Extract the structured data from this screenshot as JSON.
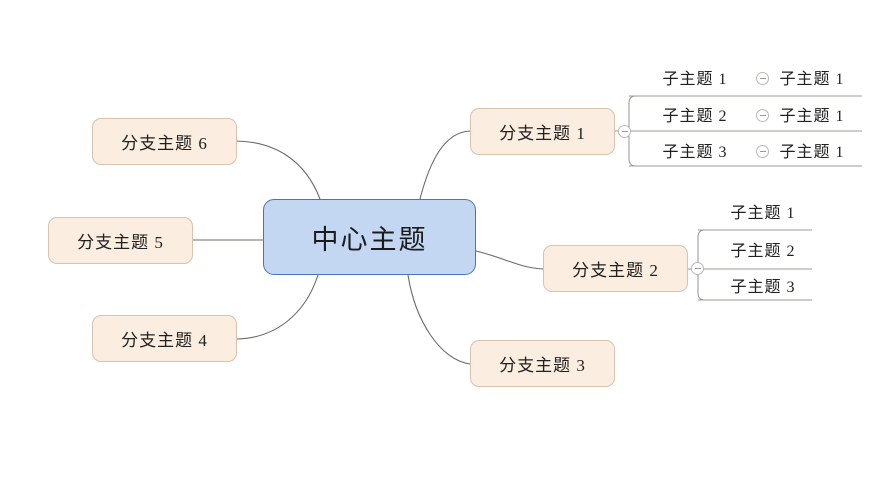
{
  "diagram": {
    "type": "mind-map",
    "background": "#ffffff",
    "center_fill": "#c3d7f3",
    "center_stroke": "#4a74b8",
    "branch_fill": "#fbeee1",
    "branch_stroke": "#d8c3ae",
    "connector_color": "#6b6b66"
  },
  "center": {
    "label": "中心主题"
  },
  "branches": [
    {
      "id": "b1",
      "label": "分支主题 1",
      "side": "right"
    },
    {
      "id": "b2",
      "label": "分支主题 2",
      "side": "right"
    },
    {
      "id": "b3",
      "label": "分支主题 3",
      "side": "right"
    },
    {
      "id": "b4",
      "label": "分支主题 4",
      "side": "left"
    },
    {
      "id": "b5",
      "label": "分支主题 5",
      "side": "left"
    },
    {
      "id": "b6",
      "label": "分支主题 6",
      "side": "left"
    }
  ],
  "branch1_children": [
    {
      "label": "子主题 1",
      "grandchild": "子主题 1"
    },
    {
      "label": "子主题 2",
      "grandchild": "子主题 1"
    },
    {
      "label": "子主题 3",
      "grandchild": "子主题 1"
    }
  ],
  "branch2_children": [
    {
      "label": "子主题 1"
    },
    {
      "label": "子主题 2"
    },
    {
      "label": "子主题 3"
    }
  ],
  "icons": {
    "collapse": "collapse-toggle-icon",
    "collapse_symbol": "⊖"
  }
}
